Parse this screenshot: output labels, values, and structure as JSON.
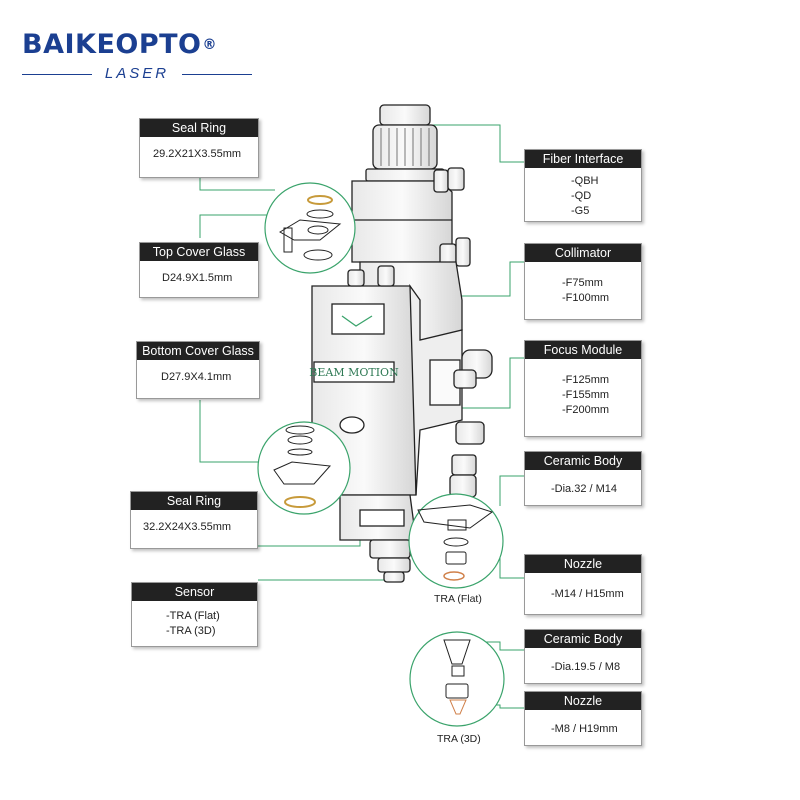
{
  "brand": {
    "name": "BAIKEOPTO",
    "reg": "®",
    "sub": "LASER"
  },
  "accent_color": "#1b3f91",
  "leader_color": "#3aa36b",
  "callouts": {
    "seal_ring_top": {
      "title": "Seal Ring",
      "lines": [
        "29.2X21X3.55mm"
      ]
    },
    "top_cover_glass": {
      "title": "Top Cover Glass",
      "lines": [
        "D24.9X1.5mm"
      ]
    },
    "bottom_cover_glass": {
      "title": "Bottom Cover Glass",
      "lines": [
        "D27.9X4.1mm"
      ]
    },
    "seal_ring_bottom": {
      "title": "Seal Ring",
      "lines": [
        "32.2X24X3.55mm"
      ]
    },
    "sensor": {
      "title": "Sensor",
      "lines": [
        "-TRA (Flat)",
        "-TRA (3D)"
      ]
    },
    "fiber_interface": {
      "title": "Fiber Interface",
      "lines": [
        "-QBH",
        "-QD",
        "-G5"
      ]
    },
    "collimator": {
      "title": "Collimator",
      "lines": [
        "-F75mm",
        "-F100mm"
      ]
    },
    "focus_module": {
      "title": "Focus Module",
      "lines": [
        "-F125mm",
        "-F155mm",
        "-F200mm"
      ]
    },
    "ceramic_body_1": {
      "title": "Ceramic Body",
      "lines": [
        "-Dia.32 / M14"
      ]
    },
    "nozzle_1": {
      "title": "Nozzle",
      "lines": [
        "-M14 / H15mm"
      ]
    },
    "ceramic_body_2": {
      "title": "Ceramic Body",
      "lines": [
        "-Dia.19.5 / M8"
      ]
    },
    "nozzle_2": {
      "title": "Nozzle",
      "lines": [
        "-M8 / H19mm"
      ]
    }
  },
  "product_label": "BEAM MOTION",
  "captions": {
    "tra_flat": "TRA (Flat)",
    "tra_3d": "TRA (3D)"
  }
}
